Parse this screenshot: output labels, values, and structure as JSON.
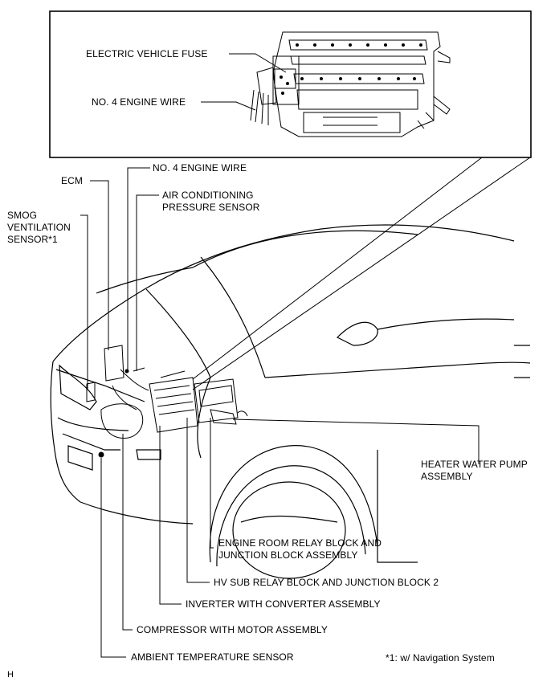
{
  "callouts": {
    "electric_vehicle_fuse": "ELECTRIC VEHICLE FUSE",
    "no4_engine_wire_inset": "NO. 4 ENGINE WIRE",
    "no4_engine_wire": "NO. 4 ENGINE WIRE",
    "ecm": "ECM",
    "air_conditioning_pressure_sensor": [
      "AIR CONDITIONING",
      "PRESSURE SENSOR"
    ],
    "smog_ventilation_sensor": [
      "SMOG",
      "VENTILATION",
      "SENSOR*1"
    ],
    "heater_water_pump_assembly": [
      "HEATER WATER PUMP",
      "ASSEMBLY"
    ],
    "engine_room_relay_block": [
      "ENGINE ROOM RELAY BLOCK AND",
      "JUNCTION BLOCK ASSEMBLY"
    ],
    "hv_sub_relay_block": "HV SUB RELAY BLOCK AND JUNCTION BLOCK 2",
    "inverter_with_converter": "INVERTER WITH CONVERTER ASSEMBLY",
    "compressor_with_motor": "COMPRESSOR WITH MOTOR ASSEMBLY",
    "ambient_temperature_sensor": "AMBIENT TEMPERATURE SENSOR"
  },
  "footnote": "*1: w/ Navigation System",
  "figure_code": "H"
}
